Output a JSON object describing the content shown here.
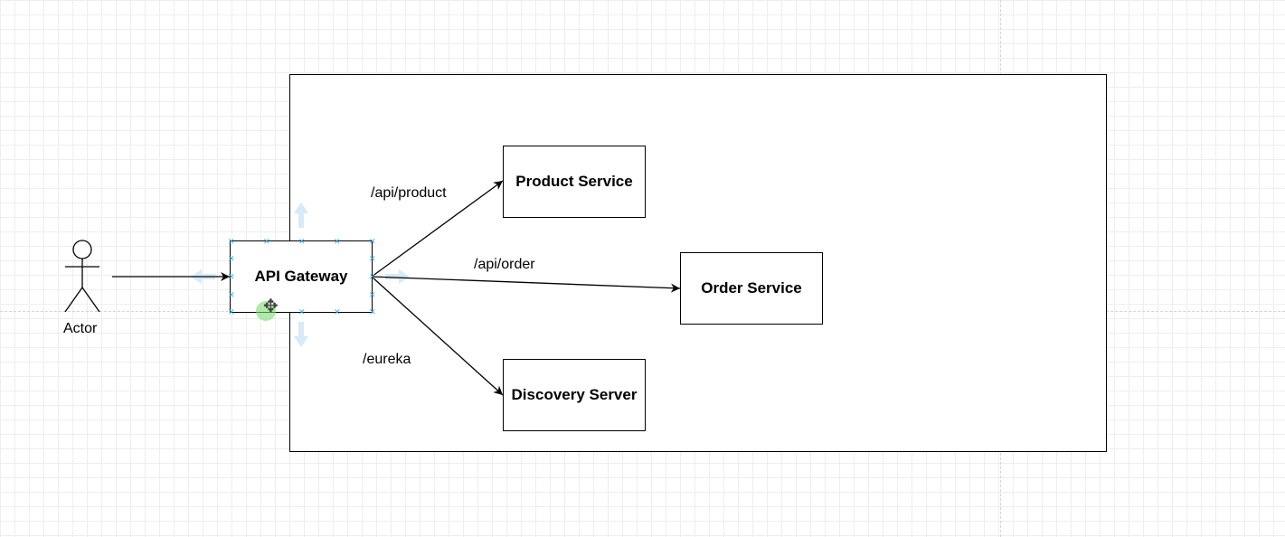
{
  "actor": {
    "label": "Actor",
    "icon": "stick-figure-icon"
  },
  "nodes": {
    "gateway": "API Gateway",
    "product": "Product Service",
    "order": "Order Service",
    "discovery": "Discovery Server"
  },
  "edges": {
    "product_route": "/api/product",
    "order_route": "/api/order",
    "eureka_route": "/eureka"
  },
  "selection": {
    "handle_color": "#29a8e0",
    "arrow_color": "#d6eaf8",
    "hover_color": "#78dc6e",
    "move_icon": "move-cross-icon"
  }
}
